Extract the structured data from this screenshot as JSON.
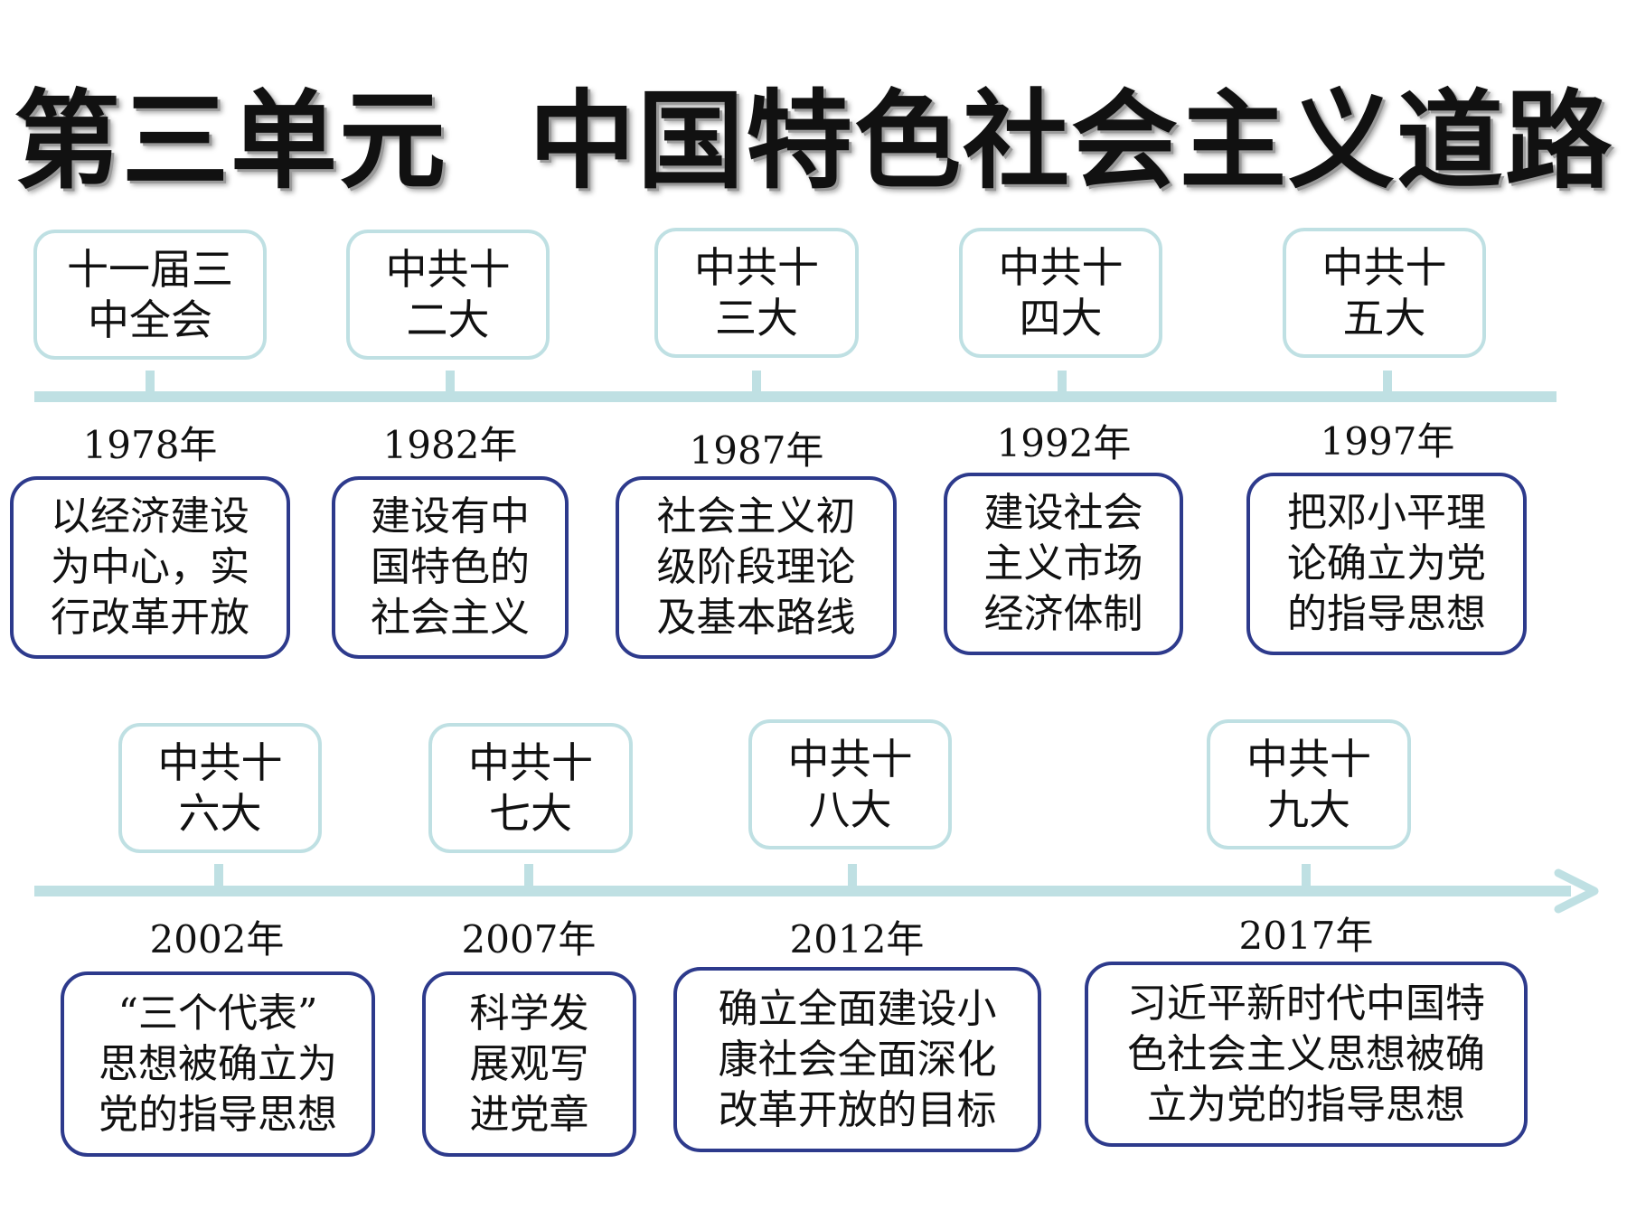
{
  "title": {
    "unit": "第三单元",
    "main": "中国特色社会主义道路"
  },
  "colors": {
    "axis": "#bfe0e3",
    "event_border": "#bfe0e3",
    "desc_border": "#2d3a8c",
    "text": "#111111"
  },
  "rows": [
    {
      "items": [
        {
          "event": "十一届三\n中全会",
          "year": "1978年",
          "desc": "以经济建设\n为中心，实\n行改革开放"
        },
        {
          "event": "中共十\n二大",
          "year": "1982年",
          "desc": "建设有中\n国特色的\n社会主义"
        },
        {
          "event": "中共十\n三大",
          "year": "1987年",
          "desc": "社会主义初\n级阶段理论\n及基本路线"
        },
        {
          "event": "中共十\n四大",
          "year": "1992年",
          "desc": "建设社会\n主义市场\n经济体制"
        },
        {
          "event": "中共十\n五大",
          "year": "1997年",
          "desc": "把邓小平理\n论确立为党\n的指导思想"
        }
      ]
    },
    {
      "items": [
        {
          "event": "中共十\n六大",
          "year": "2002年",
          "desc": "“三个代表”\n思想被确立为\n党的指导思想"
        },
        {
          "event": "中共十\n七大",
          "year": "2007年",
          "desc": "科学发\n展观写\n进党章"
        },
        {
          "event": "中共十\n八大",
          "year": "2012年",
          "desc": "确立全面建设小\n康社会全面深化\n改革开放的目标"
        },
        {
          "event": "中共十\n九大",
          "year": "2017年",
          "desc": "习近平新时代中国特\n色社会主义思想被确\n立为党的指导思想"
        }
      ]
    }
  ]
}
